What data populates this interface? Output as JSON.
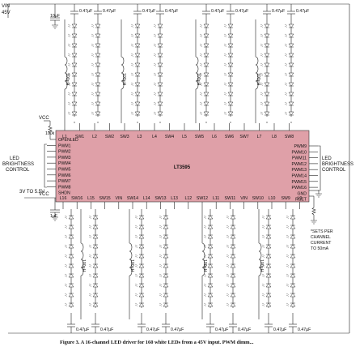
{
  "supply": {
    "vin_label": "VIN",
    "vin_value": "45V",
    "vin_cap": "10µF"
  },
  "vcc": {
    "label": "VCC",
    "pullup": "100k",
    "in_label": "VCC",
    "in_value": "3V TO 5.5V",
    "in_cap": "1µF"
  },
  "ic": {
    "name": "LT3595",
    "top_pins": [
      "L1",
      "SW1",
      "L2",
      "SW2",
      "SW3",
      "L3",
      "L4",
      "SW4",
      "L5",
      "SW5",
      "L6",
      "SW6",
      "SW7",
      "L7",
      "L8",
      "SW8"
    ],
    "bottom_pins": [
      "L16",
      "SW16",
      "L15",
      "SW15",
      "VIN",
      "SW14",
      "L14",
      "SW13",
      "L13",
      "L12",
      "SW12",
      "L11",
      "SW11",
      "VIN",
      "SW10",
      "L10",
      "SW9",
      "L9"
    ],
    "left_pins": [
      "OPENLED",
      "PWM1",
      "PWM2",
      "PWM3",
      "PWM4",
      "PWM5",
      "PWM6",
      "PWM7",
      "PWM8",
      "SHDN"
    ],
    "right_pins": [
      "PWM9",
      "PWM10",
      "PWM11",
      "PWM12",
      "PWM13",
      "PWM14",
      "PWM15",
      "PWM16",
      "GND",
      "RSET"
    ]
  },
  "left_control": [
    "LED",
    "BRIGHTNESS",
    "CONTROL"
  ],
  "right_control": [
    "LED",
    "BRIGHTNESS",
    "CONTROL"
  ],
  "components": {
    "cap_value": "0.47µF",
    "inductor_value": "100µH",
    "rset_note": [
      "*SETS PER",
      "CHANNEL",
      "CURRENT",
      "TO 50mA"
    ]
  },
  "caption": "Figure 3. A 16-channel LED driver for 160 white LEDs from a 45V input. PWM dimm..."
}
